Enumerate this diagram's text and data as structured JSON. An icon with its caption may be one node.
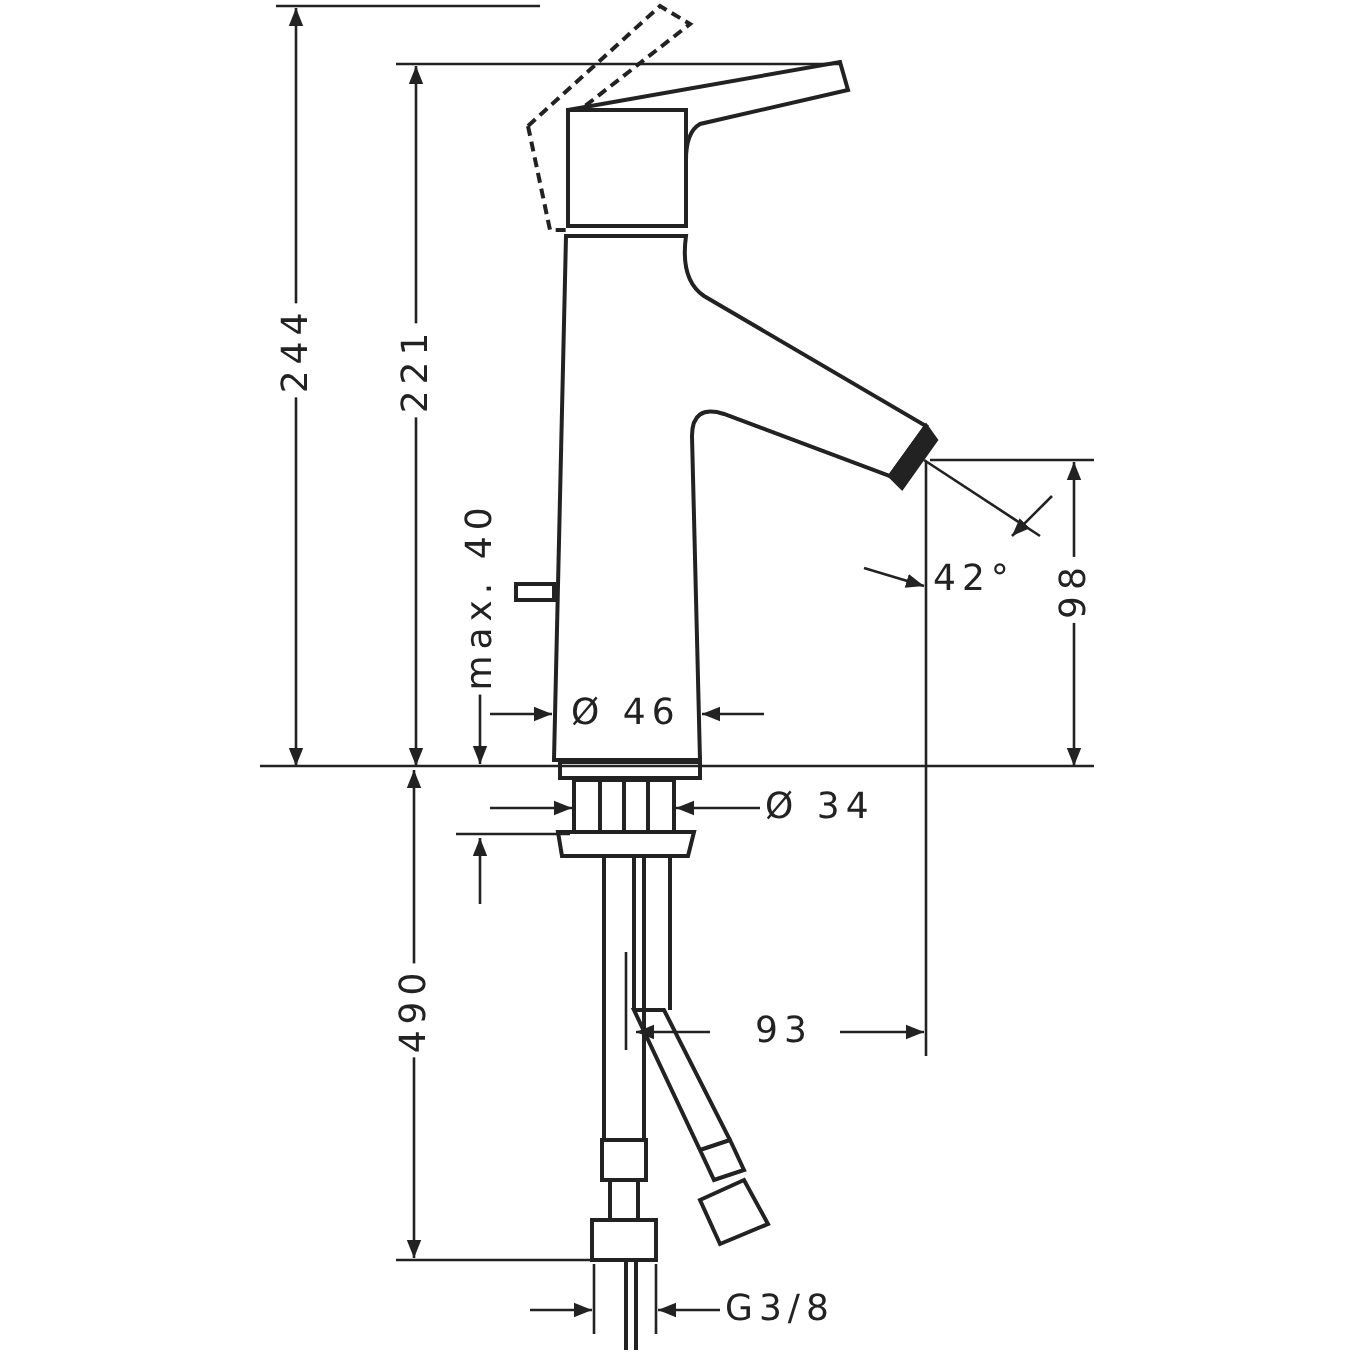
{
  "diagram": {
    "labels": [
      "244",
      "221",
      "98",
      "42°",
      "max. 40",
      "Ø 46",
      "Ø 34",
      "490",
      "93",
      "G3/8"
    ]
  }
}
